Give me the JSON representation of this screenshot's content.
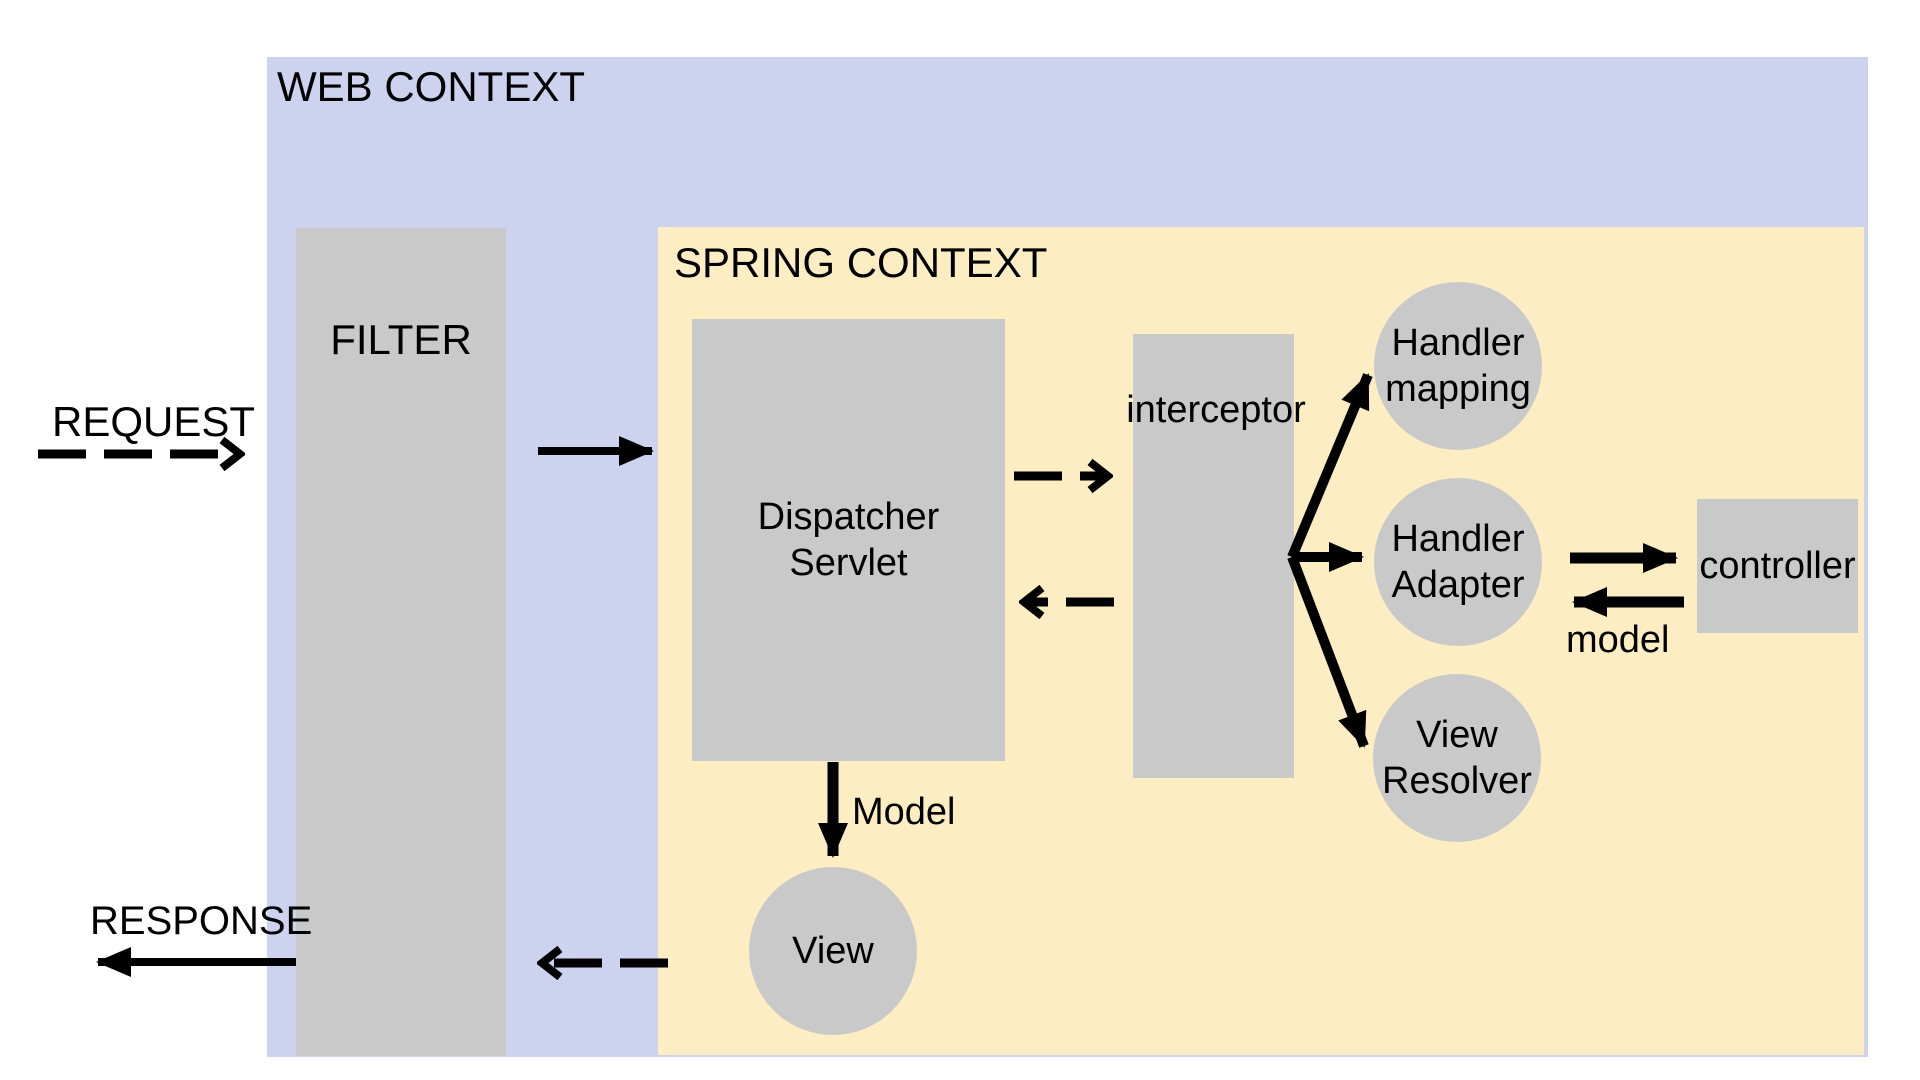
{
  "containers": {
    "web_context": "WEB CONTEXT",
    "spring_context": "SPRING CONTEXT"
  },
  "nodes": {
    "filter": "FILTER",
    "dispatcher_servlet": "Dispatcher\nServlet",
    "interceptor": "interceptor",
    "handler_mapping": "Handler\nmapping",
    "handler_adapter": "Handler\nAdapter",
    "view_resolver": "View\nResolver",
    "controller": "controller",
    "view": "View"
  },
  "flow_labels": {
    "request": "REQUEST",
    "response": "RESPONSE",
    "model_to_view": "Model",
    "model_from_controller": "model"
  },
  "colors": {
    "web_context_bg": "#CDD2EE",
    "spring_context_bg": "#FDEDC2",
    "node_bg": "#C9C9C9",
    "arrow": "#000000",
    "text": "#000000",
    "page_bg": "#FFFFFF"
  }
}
